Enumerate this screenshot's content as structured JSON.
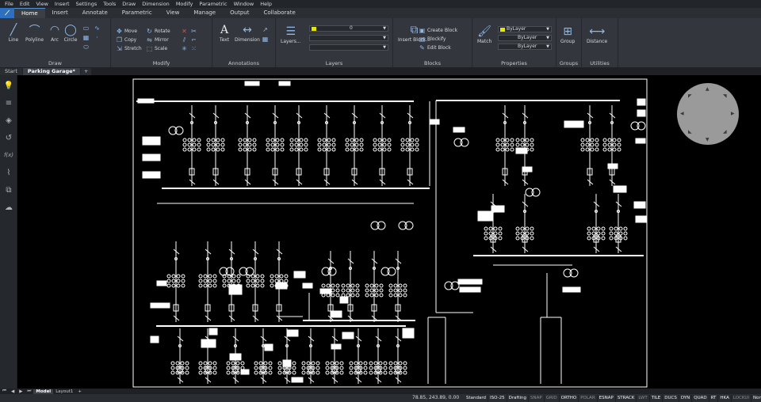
{
  "menu": [
    "File",
    "Edit",
    "View",
    "Insert",
    "Settings",
    "Tools",
    "Draw",
    "Dimension",
    "Modify",
    "Parametric",
    "Window",
    "Help"
  ],
  "ribbon_tabs": [
    "Home",
    "Insert",
    "Annotate",
    "Parametric",
    "View",
    "Manage",
    "Output",
    "Collaborate"
  ],
  "ribbon": {
    "draw": {
      "label": "Draw",
      "line": "Line",
      "polyline": "Polyline",
      "arc": "Arc",
      "circle": "Circle"
    },
    "modify": {
      "label": "Modify",
      "move": "Move",
      "copy": "Copy",
      "stretch": "Stretch",
      "rotate": "Rotate",
      "mirror": "Mirror",
      "scale": "Scale"
    },
    "annotations": {
      "label": "Annotations",
      "text": "Text",
      "dimension": "Dimension"
    },
    "layers": {
      "label": "Layers",
      "layers_btn": "Layers...",
      "current_layer": "0"
    },
    "blocks": {
      "label": "Blocks",
      "insert": "Insert Block...",
      "create": "Create Block",
      "blockify": "Blockify",
      "edit": "Edit Block"
    },
    "properties": {
      "label": "Properties",
      "match": "Match",
      "color": "ByLayer",
      "linetype": "ByLayer",
      "lineweight": "ByLayer"
    },
    "groups": {
      "label": "Groups",
      "group": "Group"
    },
    "utilities": {
      "label": "Utilities",
      "distance": "Distance"
    }
  },
  "doc_tabs": [
    "Start",
    "Parking Garage*",
    "+"
  ],
  "layout_tabs": [
    "Model",
    "Layout1",
    "+"
  ],
  "status": {
    "coords": "78.85, 243.89, 0.00",
    "items": [
      {
        "label": "Standard",
        "on": true
      },
      {
        "label": "ISO-25",
        "on": true
      },
      {
        "label": "Drafting",
        "on": true
      },
      {
        "label": "SNAP",
        "on": false
      },
      {
        "label": "GRID",
        "on": false
      },
      {
        "label": "ORTHO",
        "on": true
      },
      {
        "label": "POLAR",
        "on": false
      },
      {
        "label": "ESNAP",
        "on": true
      },
      {
        "label": "STRACK",
        "on": true
      },
      {
        "label": "LWT",
        "on": false
      },
      {
        "label": "TILE",
        "on": true
      },
      {
        "label": "DUCS",
        "on": true
      },
      {
        "label": "DYN",
        "on": true
      },
      {
        "label": "QUAD",
        "on": true
      },
      {
        "label": "RT",
        "on": true
      },
      {
        "label": "HKA",
        "on": true
      },
      {
        "label": "LOCKUI",
        "on": false
      },
      {
        "label": "None",
        "on": true
      }
    ]
  },
  "colors": {
    "accent": "#2d6fc1",
    "canvas": "#000000",
    "layer_swatch": "#e6e600"
  }
}
